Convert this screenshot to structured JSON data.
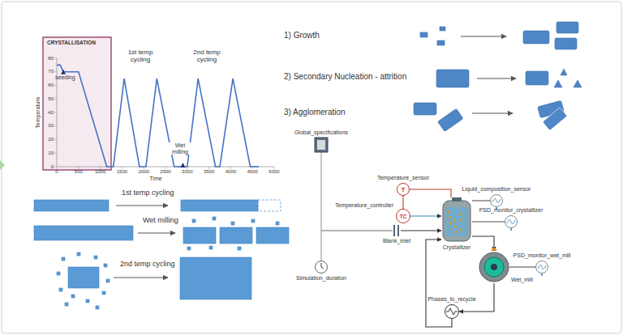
{
  "diagram": {
    "nodes": [
      {
        "text": [
          "Global_specifications"
        ]
      },
      {
        "text": [
          "Temperature_sensor",
          "T"
        ]
      },
      {
        "text": [
          "Liquid_composition_sensor"
        ]
      },
      {
        "text": [
          "Temperature_controller",
          "TC"
        ]
      },
      {
        "text": [
          "PSD_monitor_crystallizer"
        ]
      },
      {
        "text": [
          "Crystallizer"
        ]
      },
      {
        "text": [
          "Blank_inlet"
        ]
      },
      {
        "text": [
          "Wet_mill"
        ]
      },
      {
        "text": [
          "PSD_monitor_wet_mill"
        ]
      },
      {
        "text": [
          "Simulation_duration"
        ]
      },
      {
        "text": [
          "Phases_to_recycle"
        ]
      }
    ],
    "edges": [
      {
        "from": 0,
        "to": 6,
        "arrow": "none"
      },
      {
        "from": 9,
        "to": 6,
        "arrow": "none"
      },
      {
        "from": 6,
        "to": 5,
        "arrow": "to"
      },
      {
        "from": 1,
        "to": 5,
        "arrow": "none"
      },
      {
        "from": 1,
        "to": 3,
        "arrow": "none"
      },
      {
        "from": 3,
        "to": 5,
        "arrow": "to"
      },
      {
        "from": 5,
        "to": 2,
        "arrow": "none"
      },
      {
        "from": 5,
        "to": 4,
        "arrow": "none"
      },
      {
        "from": 5,
        "to": 7,
        "arrow": "to"
      },
      {
        "from": 7,
        "to": 8,
        "arrow": "none"
      },
      {
        "from": 7,
        "to": 10,
        "arrow": "to"
      },
      {
        "from": 10,
        "to": 5,
        "arrow": "to"
      }
    ],
    "labels": [
      "CRYSTALLISATION",
      "Temperature",
      "80",
      "70",
      "60",
      "50",
      "40",
      "30",
      "20",
      "10",
      "0",
      "0",
      "500",
      "1000",
      "1500",
      "2000",
      "2500",
      "3000",
      "3500",
      "4000",
      "4500",
      "5000",
      "Time",
      "seeding",
      "1st temp cycling",
      "2nd temp cycling",
      "Wet milling",
      "1) Growth",
      "2) Secondary Nucleation - attrition",
      "3) Agglomeration",
      "1st temp cycling",
      "Wet milling",
      "2nd temp cycling"
    ]
  }
}
